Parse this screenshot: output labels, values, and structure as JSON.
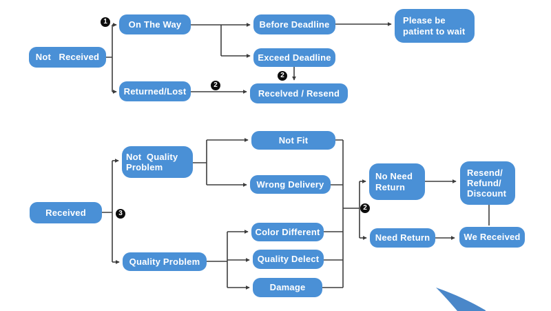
{
  "diagram": {
    "title_hint": "Customer service delivery dispute flowchart",
    "nodes": {
      "not_received": "Not   Received",
      "on_the_way": "On The Way",
      "returned_lost": "Returned/Lost",
      "before_deadline": "Before Deadline",
      "exceed_deadline": "Exceed Deadline",
      "please_wait": "Please be\npatient to wait",
      "received_resend": "Recelved / Resend",
      "received": "Received",
      "not_quality_problem": "Not  Quality\nProblem",
      "quality_problem": "Quality Problem",
      "not_fit": "Not Fit",
      "wrong_delivery": "Wrong Delivery",
      "color_different": "Color Different",
      "quality_delect": "Quality Delect",
      "damage": "Damage",
      "no_need_return": "No Need\nReturn",
      "resend_refund_discount": "Resend/\nRefund/\nDiscount",
      "need_return": "Need Return",
      "we_received": "We Received"
    },
    "badges": {
      "step1": "1",
      "step2_returned": "2",
      "step2_exceed": "2",
      "step2_return_branch": "2",
      "step3": "3"
    },
    "colors": {
      "node_fill": "#4a90d6",
      "node_text": "#ffffff",
      "line": "#3c3c3c",
      "badge_bg": "#0d0d0d",
      "swoosh": "#4a87c9",
      "background": "#ffffff"
    }
  }
}
